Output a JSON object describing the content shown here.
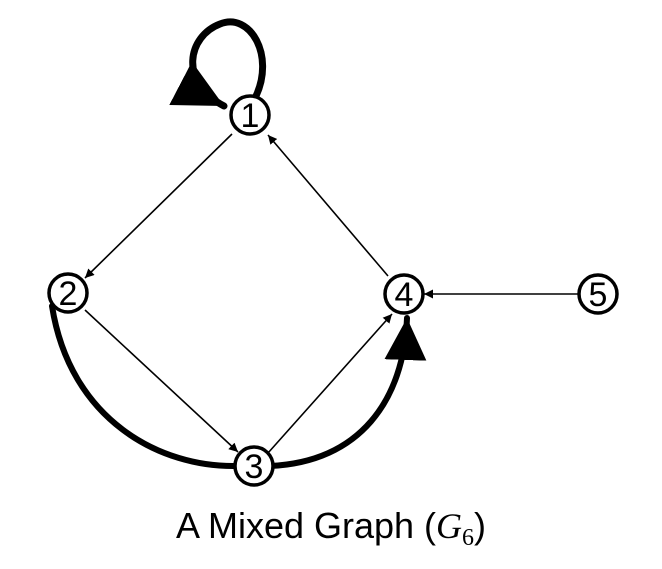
{
  "nodes": [
    {
      "id": "1",
      "label": "1"
    },
    {
      "id": "2",
      "label": "2"
    },
    {
      "id": "3",
      "label": "3"
    },
    {
      "id": "4",
      "label": "4"
    },
    {
      "id": "5",
      "label": "5"
    }
  ],
  "edges": [
    {
      "from": "1",
      "to": "1",
      "kind": "undirected-loop"
    },
    {
      "from": "1",
      "to": "2",
      "kind": "directed"
    },
    {
      "from": "2",
      "to": "3",
      "kind": "directed"
    },
    {
      "from": "3",
      "to": "4",
      "kind": "directed"
    },
    {
      "from": "4",
      "to": "1",
      "kind": "directed"
    },
    {
      "from": "5",
      "to": "4",
      "kind": "directed"
    },
    {
      "from": "2",
      "to": "4",
      "kind": "undirected-curve"
    }
  ],
  "caption": {
    "prefix": "A Mixed Graph (",
    "symbol": "G",
    "subscript": "6",
    "suffix": ")"
  },
  "colors": {
    "stroke": "#000000",
    "background": "#ffffff"
  }
}
